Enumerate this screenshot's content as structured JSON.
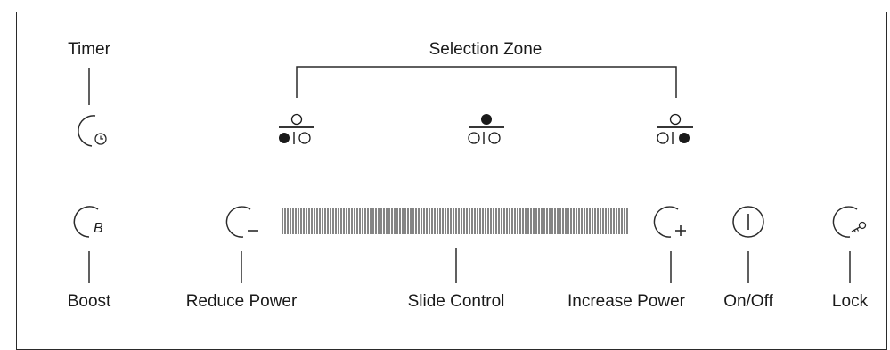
{
  "panel": {
    "labels": {
      "timer": "Timer",
      "selection_zone": "Selection Zone",
      "boost": "Boost",
      "reduce_power": "Reduce Power",
      "slide_control": "Slide Control",
      "increase_power": "Increase Power",
      "on_off": "On/Off",
      "lock": "Lock"
    },
    "icons": {
      "timer": "clock-icon",
      "boost": "boost-b-icon",
      "reduce": "minus-icon",
      "increase": "plus-icon",
      "power": "power-icon",
      "lock": "key-icon"
    },
    "boost_glyph": "B",
    "zones": [
      {
        "name": "zone-left",
        "top": "○",
        "bottom": "●|○"
      },
      {
        "name": "zone-center",
        "top": "●",
        "bottom": "○|○"
      },
      {
        "name": "zone-right",
        "top": "○",
        "bottom": "○|●"
      }
    ],
    "colors": {
      "line": "#2a2a2a",
      "text": "#1a1a1a"
    }
  }
}
